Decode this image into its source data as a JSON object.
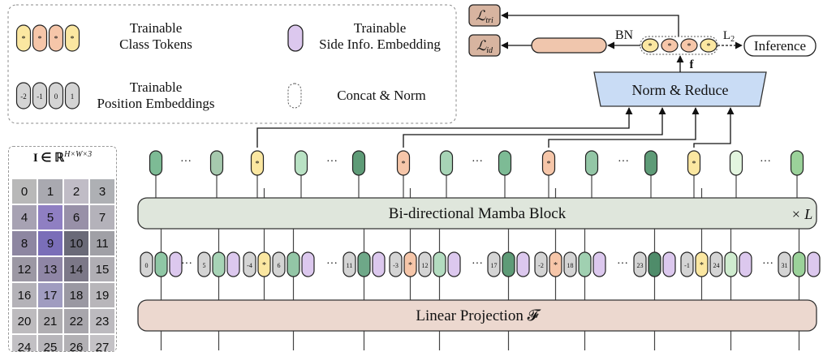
{
  "legend": {
    "class_tokens": [
      "Trainable",
      "Class Tokens"
    ],
    "side_info": [
      "Trainable",
      "Side Info. Embedding"
    ],
    "position_embeddings": [
      "Trainable",
      "Position Embeddings"
    ],
    "concat_norm": "Concat & Norm",
    "class_token_symbol": "*",
    "position_values": [
      "-2",
      "-1",
      "0",
      "1"
    ]
  },
  "losses": {
    "tri": "ℒ",
    "tri_sub": "tri",
    "id": "ℒ",
    "id_sub": "id"
  },
  "labels": {
    "bn": "BN",
    "l2": "L",
    "l2_sub": "2",
    "feature": "f",
    "inference": "Inference",
    "norm_reduce": "Norm & Reduce",
    "mamba": "Bi-directional Mamba Block",
    "times_l": "× L",
    "linear_proj": "Linear Projection 𝓕",
    "ellipsis": "···"
  },
  "image_panel": {
    "title": "I ∈ ℝ",
    "title_sup": "H×W×3",
    "patches": [
      "0",
      "1",
      "2",
      "3",
      "4",
      "5",
      "6",
      "7",
      "8",
      "9",
      "10",
      "11",
      "12",
      "13",
      "14",
      "15",
      "16",
      "17",
      "18",
      "19",
      "20",
      "21",
      "22",
      "23",
      "24",
      "25",
      "26",
      "27"
    ]
  },
  "token_groups": [
    {
      "class_pos": null,
      "patch_pos": "0"
    },
    {
      "class_pos": null,
      "patch_pos": "5"
    },
    {
      "class_pos": "-4",
      "patch_pos": "6"
    },
    {
      "class_pos": null,
      "patch_pos": "11"
    },
    {
      "class_pos": "-3",
      "patch_pos": "12"
    },
    {
      "class_pos": null,
      "patch_pos": "17"
    },
    {
      "class_pos": "-2",
      "patch_pos": "18"
    },
    {
      "class_pos": null,
      "patch_pos": "23"
    },
    {
      "class_pos": "-1",
      "patch_pos": "24"
    },
    {
      "class_pos": null,
      "patch_pos": "31"
    }
  ],
  "colors": {
    "class_yellow": "#fbe7a1",
    "class_peach": "#f6c6a9",
    "side_info": "#dcc8ee",
    "position_gray": "#d4d4d4",
    "norm_reduce_fill": "#c9dcf5",
    "mamba_fill": "#dfe6dc",
    "linear_fill": "#ecd8cf",
    "loss_fill": "#d7b4a0",
    "feat_fill": "#f0c6ad"
  }
}
